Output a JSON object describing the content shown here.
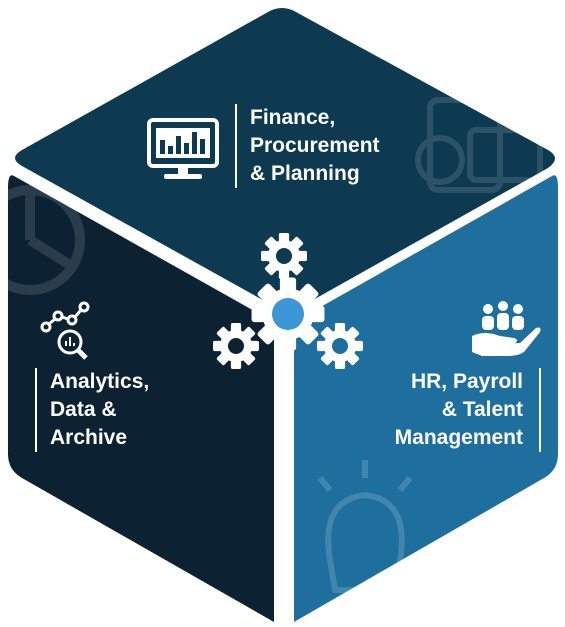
{
  "segments": {
    "finance": {
      "lines": [
        "Finance,",
        "Procurement",
        "& Planning"
      ],
      "color": "#0d3a50",
      "icon": "monitor-bar-chart-icon"
    },
    "analytics": {
      "lines": [
        "Analytics,",
        "Data &",
        "Archive"
      ],
      "color": "#0c2233",
      "icon": "analytics-magnifier-icon"
    },
    "hr": {
      "lines": [
        "HR, Payroll",
        "& Talent",
        "Management"
      ],
      "color": "#1e6e9e",
      "icon": "hand-people-icon"
    }
  },
  "center": {
    "icon": "gears-icon",
    "accent": "#3a96d6"
  },
  "colors": {
    "gap": "#ffffff",
    "text": "#ffffff"
  }
}
